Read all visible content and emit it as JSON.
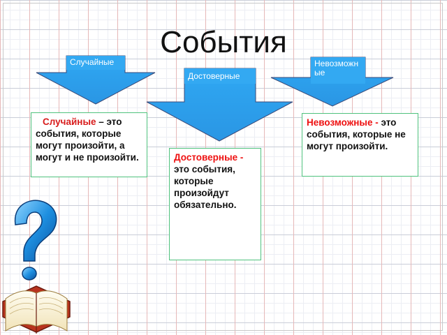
{
  "title": "События",
  "arrows": {
    "random_label": "Случайные",
    "certain_label": "Достоверные",
    "impossible_label": "Невозможные"
  },
  "boxes": {
    "random": {
      "term": "Случайные",
      "definition": " – это события, которые могут произойти, а могут и не произойти."
    },
    "certain": {
      "term": "Достоверные -",
      "definition": " это события, которые произойдут обязательно."
    },
    "impossible": {
      "term": "Невозможные -",
      "definition": " это события, которые не могут произойти."
    }
  },
  "colors": {
    "arrow_fill": "#33a9f2",
    "box_border": "#4fc27d",
    "term_text": "#ee1111"
  },
  "icons": {
    "illustration": "question-mark-book-icon"
  }
}
